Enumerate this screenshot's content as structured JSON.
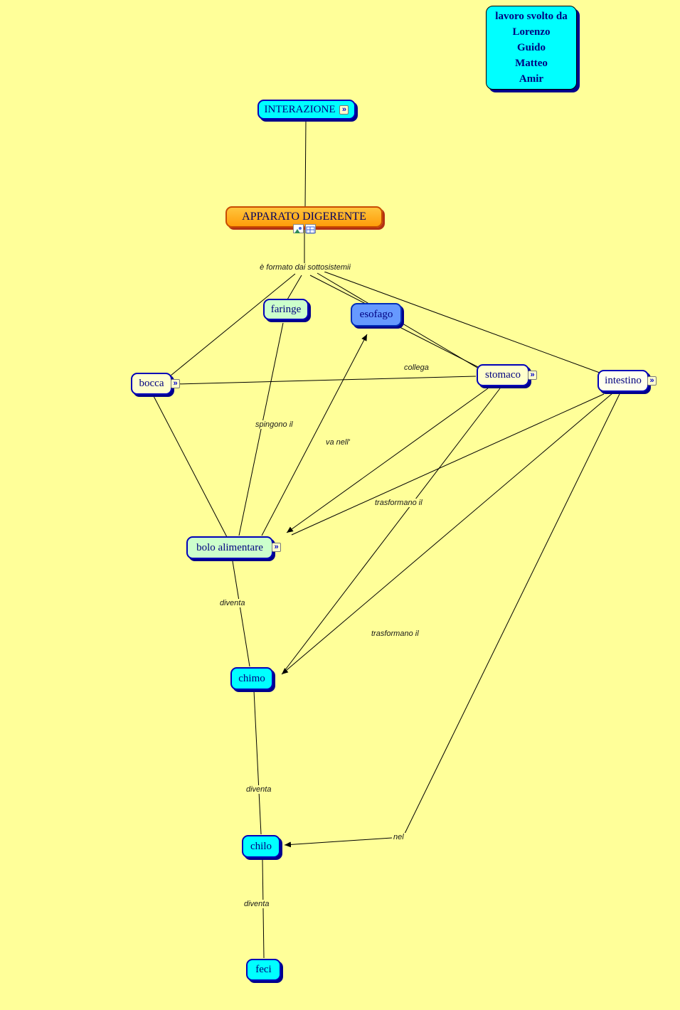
{
  "credits": {
    "lines": [
      "lavoro svolto da",
      "Lorenzo",
      "Guido",
      "Matteo",
      "Amir"
    ]
  },
  "nodes": {
    "interazione": {
      "label": "INTERAZIONE"
    },
    "apparato": {
      "label": "APPARATO DIGERENTE"
    },
    "faringe": {
      "label": "faringe"
    },
    "esofago": {
      "label": "esofago"
    },
    "bocca": {
      "label": "bocca"
    },
    "stomaco": {
      "label": "stomaco"
    },
    "intestino": {
      "label": "intestino"
    },
    "bolo": {
      "label": "bolo alimentare"
    },
    "chimo": {
      "label": "chimo"
    },
    "chilo": {
      "label": "chilo"
    },
    "feci": {
      "label": "feci"
    }
  },
  "links": {
    "formato": "è formato dai sottosistemii",
    "collega": "collega",
    "spingono": "spingono il",
    "va_nell": "va nell'",
    "trasformano1": "trasformano il",
    "diventa1": "diventa",
    "trasformano2": "trasformano il",
    "diventa2": "diventa",
    "nel": "nel",
    "diventa3": "diventa"
  },
  "icons": {
    "expand": "»"
  },
  "colors": {
    "background": "#FFFF99",
    "cyan_node": "#00FFFF",
    "green_node": "#CCFFCC",
    "cream_node": "#FFFFCC",
    "blue_node": "#6699FF",
    "orange_node": "#FFA51E",
    "text_navy": "#000080",
    "shadow_navy": "#00008B"
  }
}
